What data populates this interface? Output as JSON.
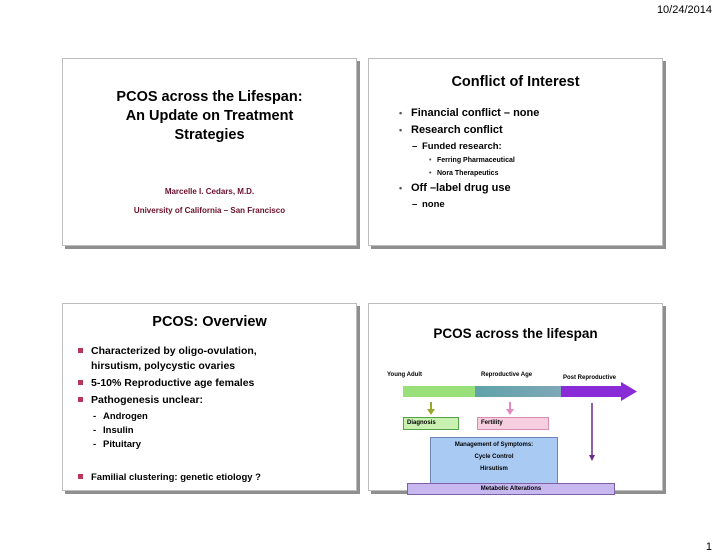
{
  "header": {
    "date": "10/24/2014"
  },
  "footer": {
    "page_number": "1"
  },
  "slide1": {
    "title_line1": "PCOS across the Lifespan:",
    "title_line2": "An Update on Treatment",
    "title_line3": "Strategies",
    "author": "Marcelle I. Cedars, M.D.",
    "affiliation": "University of California – San Francisco"
  },
  "slide2": {
    "title": "Conflict of Interest",
    "item_financial": "Financial conflict – none",
    "item_research": "Research conflict",
    "sub_funded": "Funded research:",
    "funder1": "Ferring Pharmaceutical",
    "funder2": "Nora Therapeutics",
    "item_offlabel": "Off –label drug use",
    "sub_none": "none"
  },
  "slide3": {
    "title": "PCOS: Overview",
    "bullet1_line1": "Characterized by oligo-ovulation,",
    "bullet1_line2": "hirsutism, polycystic ovaries",
    "bullet2": "5-10% Reproductive age females",
    "bullet3": "Pathogenesis unclear:",
    "sub1": "Androgen",
    "sub2": "Insulin",
    "sub3": "Pituitary",
    "bullet4": "Familial clustering: genetic etiology ?"
  },
  "slide4": {
    "title": "PCOS across the lifespan",
    "phase_young": "Young Adult",
    "phase_repro": "Reproductive Age",
    "phase_post": "Post Reproductive",
    "box_diagnosis": "Diagnosis",
    "box_fertility": "Fertility",
    "mgmt_line1": "Management of Symptoms:",
    "mgmt_line2": "Cycle Control",
    "mgmt_line3": "Hirsutism",
    "box_metabolic": "Metabolic Alterations",
    "colors": {
      "young": "#99e07a",
      "repro": "#7fa7b8",
      "reproStart": "#5fa3a8",
      "post": "#8a2bd8",
      "arrowGreen": "#9aa82e",
      "arrowPink": "#e58ac0",
      "arrowPurple": "#6a2c8a"
    }
  }
}
